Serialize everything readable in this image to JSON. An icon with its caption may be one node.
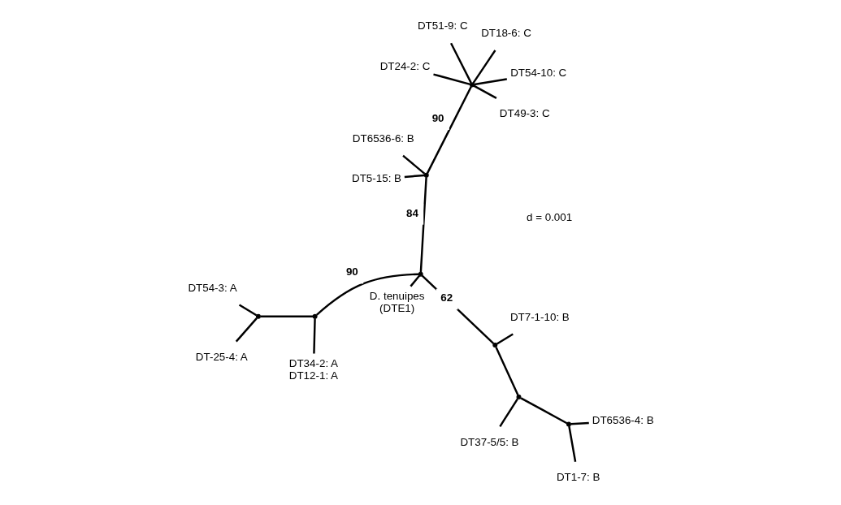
{
  "diagram": {
    "nodes": [
      {
        "text": [
          "D. tenuipes",
          "(DTE1)"
        ]
      },
      {
        "text": [
          "DT1-7: B"
        ]
      },
      {
        "text": [
          "DT37-5/5: B"
        ]
      },
      {
        "text": [
          "DT6536-4: B"
        ]
      },
      {
        "text": [
          "DT7-1-10: B"
        ]
      },
      {
        "text": [
          "DT6536-6: B"
        ]
      },
      {
        "text": [
          "DT5-15: B"
        ]
      },
      {
        "text": [
          "DT-25-4: A"
        ]
      },
      {
        "text": [
          "DT34-2: A",
          "DT12-1: A"
        ]
      },
      {
        "text": [
          "DT54-10: C"
        ]
      },
      {
        "text": [
          "DT49-3: C"
        ]
      },
      {
        "text": [
          "DT54-3: A"
        ]
      },
      {
        "text": [
          "DT18-6: C"
        ]
      },
      {
        "text": [
          "DT51-9: C"
        ]
      },
      {
        "text": [
          "DT24-2: C"
        ]
      },
      {
        "text": [],
        "shape": "point"
      },
      {
        "text": [],
        "shape": "point"
      },
      {
        "text": [],
        "shape": "point"
      },
      {
        "text": [],
        "shape": "point"
      },
      {
        "text": [],
        "shape": "point"
      },
      {
        "text": [],
        "shape": "point"
      },
      {
        "text": [],
        "shape": "point"
      },
      {
        "text": [],
        "shape": "point"
      }
    ],
    "edges": [
      {
        "from": 15,
        "to": 1,
        "arrow": "none"
      },
      {
        "from": 15,
        "to": 3,
        "arrow": "none"
      },
      {
        "from": 16,
        "to": 15,
        "arrow": "none"
      },
      {
        "from": 16,
        "to": 2,
        "arrow": "none"
      },
      {
        "from": 17,
        "to": 16,
        "arrow": "none"
      },
      {
        "from": 17,
        "to": 4,
        "arrow": "none"
      },
      {
        "from": 18,
        "to": 17,
        "arrow": "none",
        "label": "62"
      },
      {
        "from": 18,
        "to": 0,
        "arrow": "none"
      },
      {
        "from": 18,
        "to": 19,
        "arrow": "none",
        "label": "84"
      },
      {
        "from": 19,
        "to": 5,
        "arrow": "none"
      },
      {
        "from": 19,
        "to": 6,
        "arrow": "none"
      },
      {
        "from": 19,
        "to": 22,
        "arrow": "none",
        "label": "90"
      },
      {
        "from": 22,
        "to": 9,
        "arrow": "none"
      },
      {
        "from": 22,
        "to": 10,
        "arrow": "none"
      },
      {
        "from": 22,
        "to": 12,
        "arrow": "none"
      },
      {
        "from": 22,
        "to": 13,
        "arrow": "none"
      },
      {
        "from": 22,
        "to": 14,
        "arrow": "none"
      },
      {
        "from": 18,
        "to": 20,
        "arrow": "none",
        "label": "90"
      },
      {
        "from": 20,
        "to": 8,
        "arrow": "none"
      },
      {
        "from": 20,
        "to": 21,
        "arrow": "none"
      },
      {
        "from": 21,
        "to": 7,
        "arrow": "none"
      },
      {
        "from": 21,
        "to": 11,
        "arrow": "none"
      }
    ],
    "labels": [
      "d = 0.001"
    ]
  }
}
